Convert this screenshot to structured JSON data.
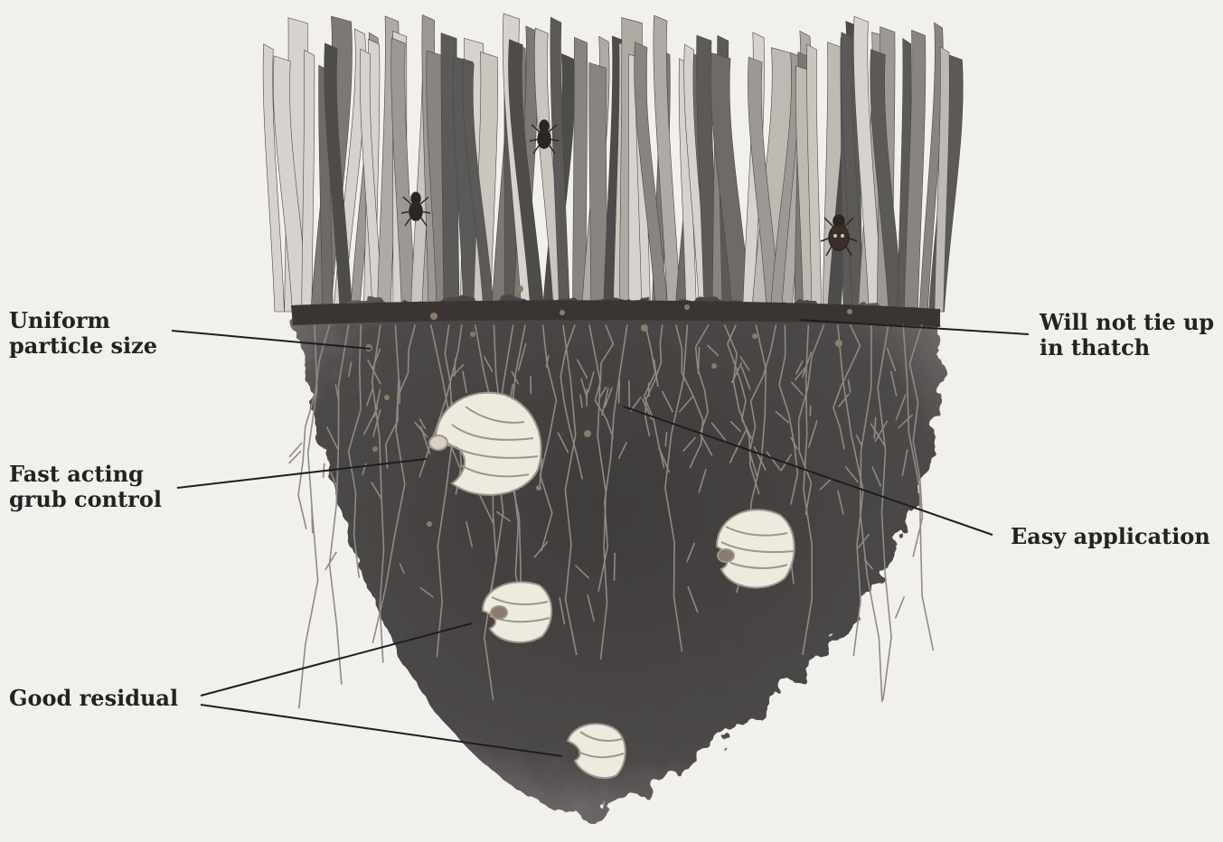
{
  "labels": {
    "uniform_particle_size": [
      "Uniform",
      "particle size"
    ],
    "fast_acting_grub_control": [
      "Fast acting",
      "grub control"
    ],
    "good_residual": [
      "Good residual"
    ],
    "will_not_tie_up_in_thatch": [
      "Will not tie up",
      "in thatch"
    ],
    "easy_application": [
      "Easy application"
    ]
  },
  "colors": {
    "background": "#f2f0ec",
    "soil": "#4a4646",
    "grass_dark": "#5c5a58",
    "grass_light": "#c9c6c0",
    "grub": "#efeae0",
    "leader_line": "#1e1e1e"
  }
}
